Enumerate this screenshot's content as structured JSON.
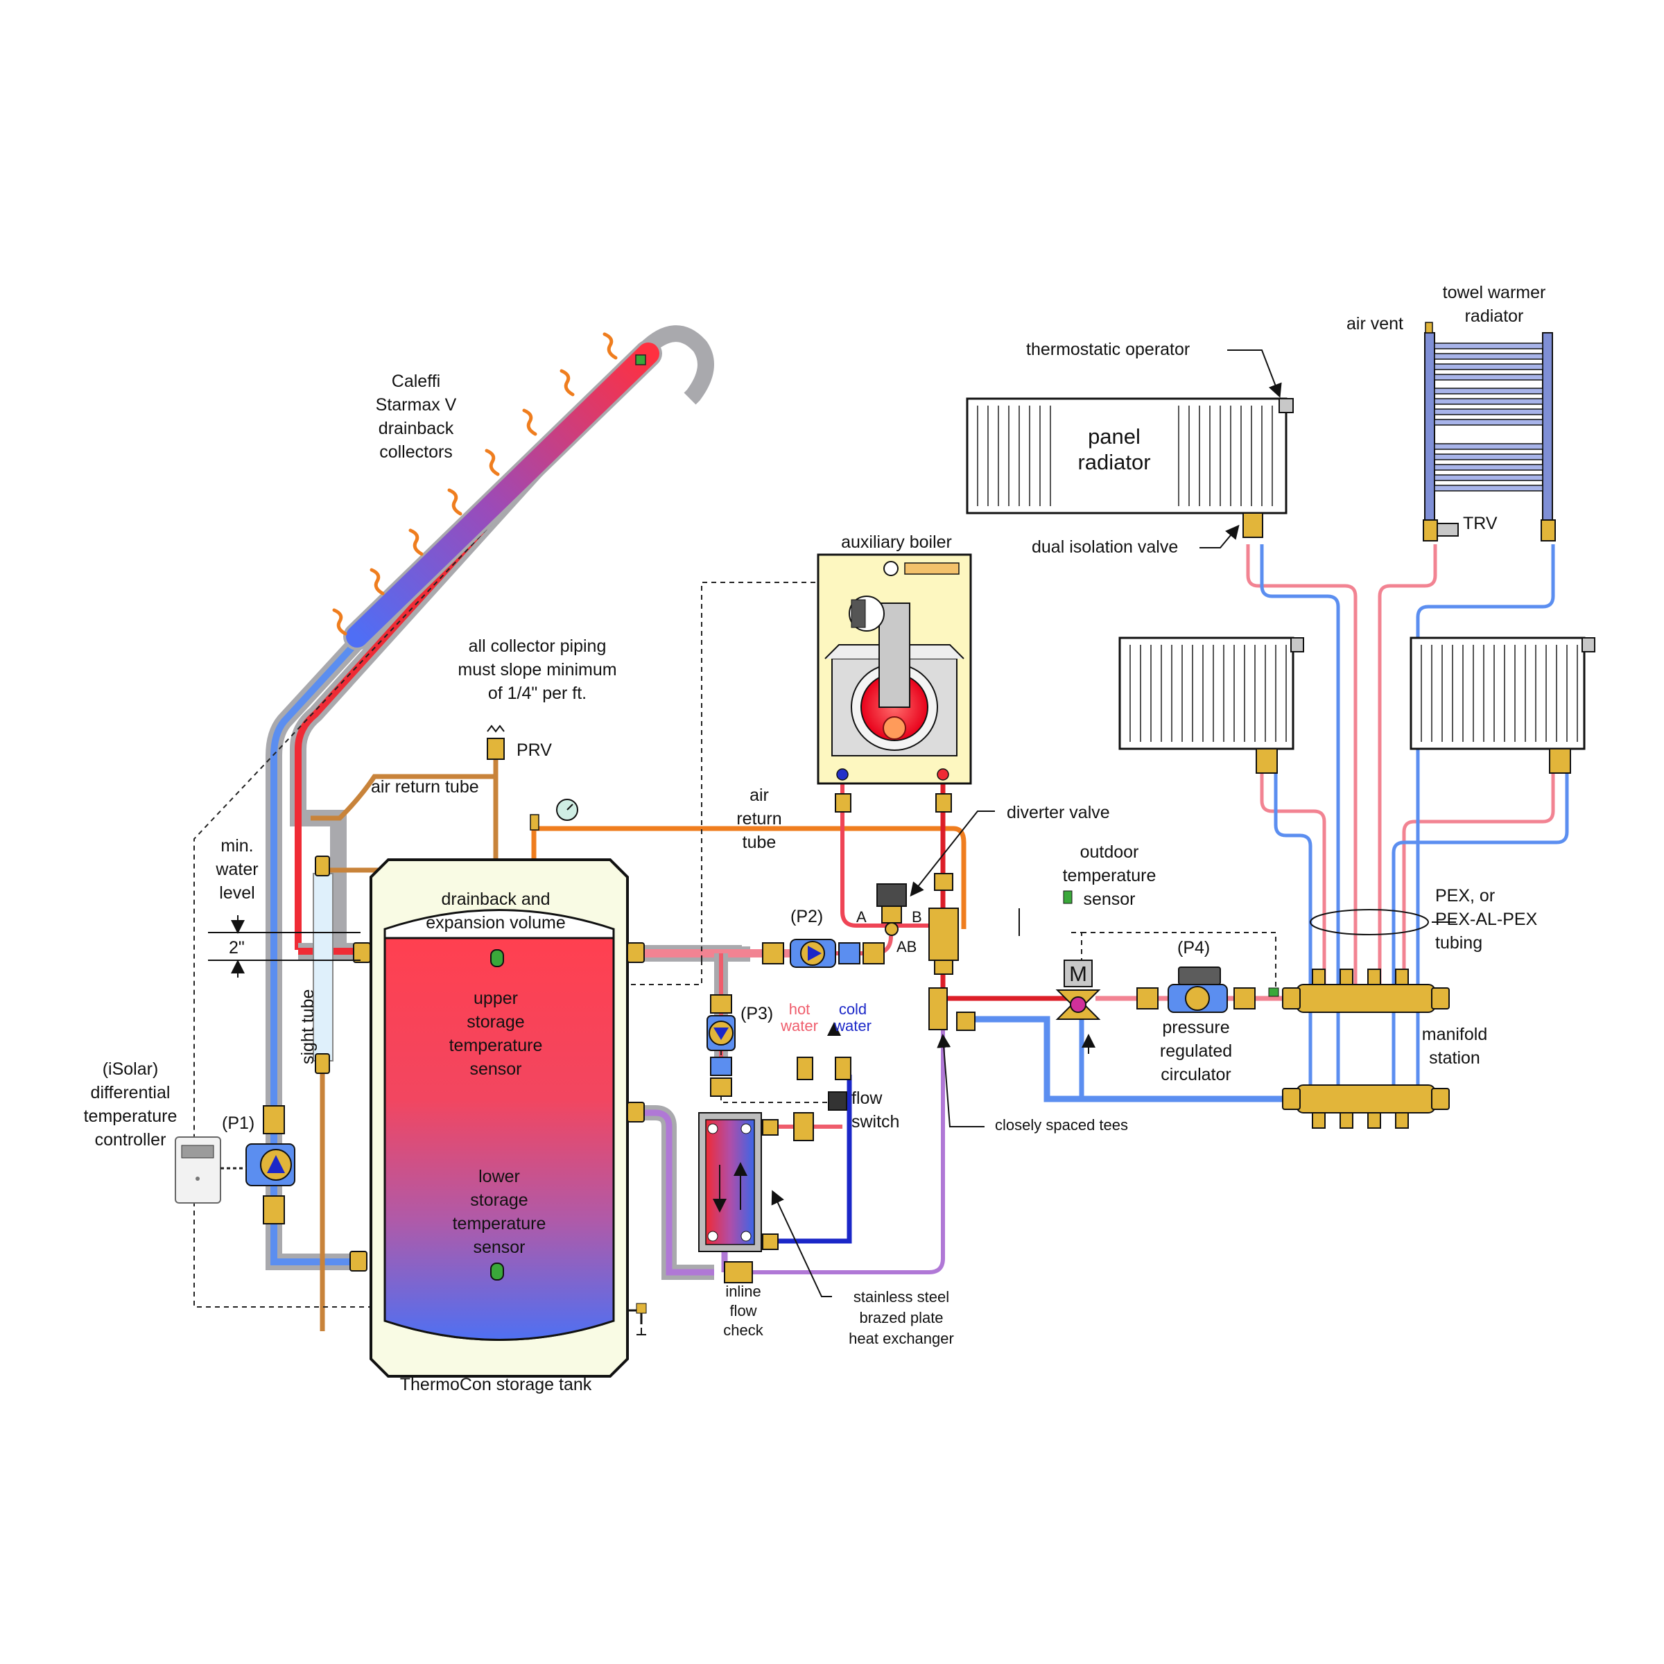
{
  "colors": {
    "hot": "#ef2b35",
    "hot_light": "#f59aa3",
    "cold": "#5b8ef0",
    "cold_dark": "#1b27c8",
    "pipe_gray": "#a9a9ad",
    "air_tube": "#c8833a",
    "orange_tube": "#ef7d1e",
    "purple": "#b078d6",
    "brass": "#e2b53a",
    "boiler_cream": "#fdf7c0",
    "tank_cream": "#f9fbe4",
    "radiator_bg": "#ffffff",
    "towel_blue": "#7f8fd6"
  },
  "labels": {
    "collector": [
      "Caleffi",
      "Starmax V",
      "drainback",
      "collectors"
    ],
    "slope": [
      "all collector piping",
      "must slope minimum",
      "of 1/4\" per ft."
    ],
    "prv": "PRV",
    "air_return_tube_left": "air return tube",
    "air_return_tube_mid": [
      "air",
      "return",
      "tube"
    ],
    "min_water_level": [
      "min.",
      "water",
      "level"
    ],
    "two_inch": "2\"",
    "sight_tube": "sight tube",
    "controller": [
      "(iSolar)",
      "differential",
      "temperature",
      "controller"
    ],
    "p1": "(P1)",
    "p2": "(P2)",
    "p3": "(P3)",
    "p4": "(P4)",
    "drainback_volume": [
      "drainback and",
      "expansion volume"
    ],
    "upper_sensor": [
      "upper",
      "storage",
      "temperature",
      "sensor"
    ],
    "lower_sensor": [
      "lower",
      "storage",
      "temperature",
      "sensor"
    ],
    "tank": "ThermoCon storage tank",
    "boiler": "auxiliary boiler",
    "diverter_valve": "diverter valve",
    "port_a": "A",
    "port_b": "B",
    "port_ab": "AB",
    "hot_water": [
      "hot",
      "water"
    ],
    "cold_water": [
      "cold",
      "water"
    ],
    "flow_switch": [
      "flow",
      "switch"
    ],
    "inline_flow_check": [
      "inline",
      "flow",
      "check"
    ],
    "heat_exchanger": [
      "stainless steel",
      "brazed plate",
      "heat exchanger"
    ],
    "outdoor_sensor": [
      "outdoor",
      "temperature",
      "sensor"
    ],
    "mixing_motor": "M",
    "pressure_circulator": [
      "pressure",
      "regulated",
      "circulator"
    ],
    "closely_spaced_tees": "closely spaced tees",
    "manifold_station": [
      "manifold",
      "station"
    ],
    "pex": [
      "PEX, or",
      "PEX-AL-PEX",
      "tubing"
    ],
    "thermostatic_operator": "thermostatic operator",
    "panel_radiator": [
      "panel",
      "radiator"
    ],
    "dual_isolation_valve": "dual isolation valve",
    "air_vent": "air vent",
    "towel_warmer": [
      "towel warmer",
      "radiator"
    ],
    "trv": "TRV"
  }
}
